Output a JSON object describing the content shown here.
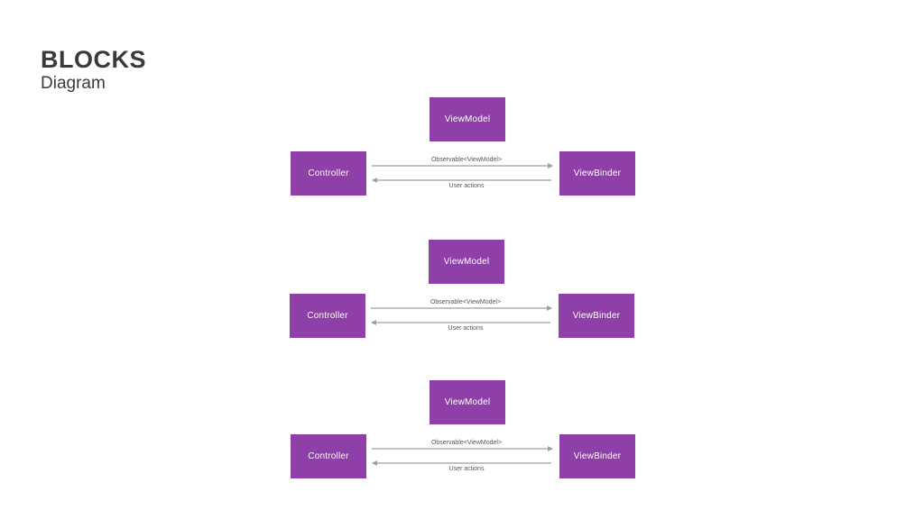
{
  "title": "BLOCKS",
  "subtitle": "Diagram",
  "colors": {
    "box_fill": "#8e3fa8",
    "box_text": "#ffffff",
    "arrow": "#9aa0a6",
    "title_text": "#3a3a3a"
  },
  "diagrams": [
    {
      "viewmodel": "ViewModel",
      "controller": "Controller",
      "viewbinder": "ViewBinder",
      "forward_label": "Observable<ViewModel>",
      "backward_label": "User actions"
    },
    {
      "viewmodel": "ViewModel",
      "controller": "Controller",
      "viewbinder": "ViewBinder",
      "forward_label": "Observable<ViewModel>",
      "backward_label": "User actions"
    },
    {
      "viewmodel": "ViewModel",
      "controller": "Controller",
      "viewbinder": "ViewBinder",
      "forward_label": "Observable<ViewModel>",
      "backward_label": "User actions"
    }
  ]
}
